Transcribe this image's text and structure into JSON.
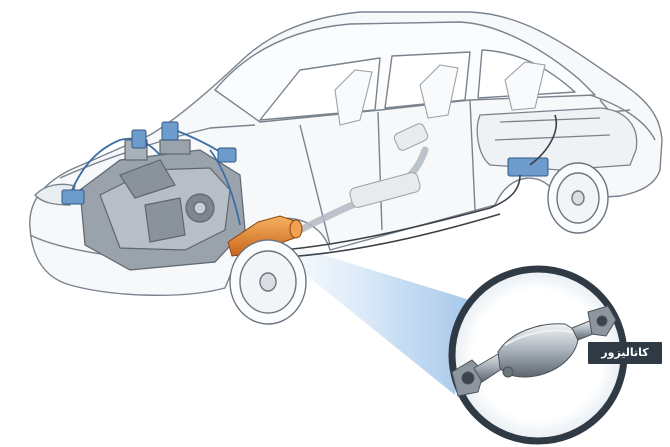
{
  "callout": {
    "label": "کاتالیزور"
  },
  "colors": {
    "outline": "#6b7480",
    "body_fill": "#f4f6f8",
    "line_blue": "#3d6fa6",
    "highlight_orange": "#e0852a",
    "callout_ring": "#2f3a45",
    "beam": "#9cc3ea"
  },
  "parts": [
    "car-body",
    "engine",
    "fuel-tank",
    "exhaust-pipe",
    "catalytic-converter",
    "oxygen-sensors",
    "wheels"
  ]
}
